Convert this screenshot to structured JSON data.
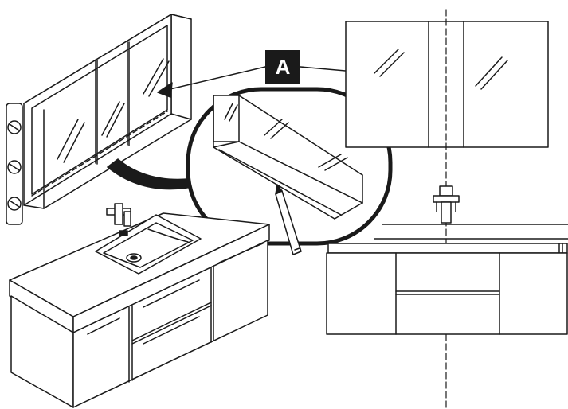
{
  "diagram": {
    "callout": {
      "label": "A"
    },
    "colors": {
      "stroke": "#1a1a1a",
      "fill": "#ffffff",
      "accent": "#1a1a1a"
    },
    "parts": [
      "mirror-cabinet-isometric",
      "mirror-cabinet-front-view",
      "magnified-shelf-detail",
      "pencil-marker",
      "vanity-base-cabinet",
      "washbasin",
      "faucet",
      "wall-anchor-bolts",
      "front-view-base-cabinet",
      "centerline"
    ]
  }
}
